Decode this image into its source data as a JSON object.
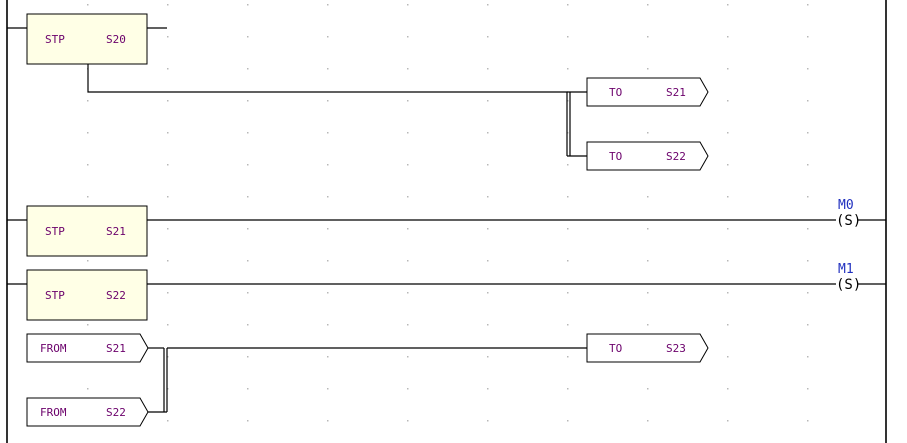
{
  "blocks": {
    "stp_s20": {
      "op": "STP",
      "arg": "S20"
    },
    "to_s21": {
      "op": "TO",
      "arg": "S21"
    },
    "to_s22": {
      "op": "TO",
      "arg": "S22"
    },
    "stp_s21": {
      "op": "STP",
      "arg": "S21"
    },
    "stp_s22": {
      "op": "STP",
      "arg": "S22"
    },
    "from_s21": {
      "op": "FROM",
      "arg": "S21"
    },
    "from_s22": {
      "op": "FROM",
      "arg": "S22"
    },
    "to_s23": {
      "op": "TO",
      "arg": "S23"
    }
  },
  "coils": {
    "m0": {
      "label": "M0",
      "symbol": "(S)"
    },
    "m1": {
      "label": "M1",
      "symbol": "(S)"
    }
  },
  "colors": {
    "instruction_text": "#6b006b",
    "coil_label": "#1f2fbf",
    "stp_fill": "#ffffe6",
    "grid_dot": "#b8b8b8"
  }
}
